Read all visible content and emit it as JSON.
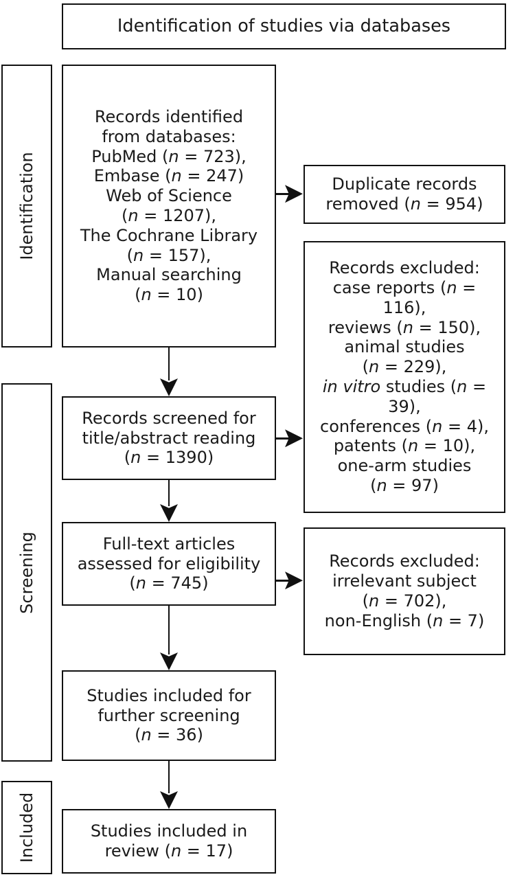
{
  "header": {
    "title": "Identification of studies via databases"
  },
  "stages": [
    {
      "key": "identification",
      "label": "Identification"
    },
    {
      "key": "screening",
      "label": "Screening"
    },
    {
      "key": "included",
      "label": "Included"
    }
  ],
  "flow": {
    "identified": {
      "text": "Records identified\nfrom databases:\nPubMed (n = 723),\nEmbase (n = 247)\nWeb of Science\n(n = 1207),\nThe Cochrane Library\n(n = 157),\nManual searching\n(n = 10)",
      "heading": "Records identified from databases:",
      "sources": [
        {
          "name": "PubMed",
          "n": 723
        },
        {
          "name": "Embase",
          "n": 247
        },
        {
          "name": "Web of Science",
          "n": 1207
        },
        {
          "name": "The Cochrane Library",
          "n": 157
        },
        {
          "name": "Manual searching",
          "n": 10
        }
      ]
    },
    "screened": {
      "text": "Records screened for\ntitle/abstract reading\n(n = 1390)",
      "n": 1390
    },
    "fulltext": {
      "text": "Full-text articles\nassessed for eligibility\n(n = 745)",
      "n": 745
    },
    "further": {
      "text": "Studies included for\nfurther screening\n(n = 36)",
      "n": 36
    },
    "review": {
      "text": "Studies included in\nreview (n = 17)",
      "n": 17
    }
  },
  "exclusions": {
    "duplicates": {
      "text": "Duplicate records\nremoved (n = 954)",
      "n": 954
    },
    "screening_excluded": {
      "text": "Records excluded:\ncase reports (n = 116),\nreviews (n = 150),\nanimal studies\n(n = 229),\nin vitro studies (n = 39),\nconferences (n = 4),\npatents (n = 10),\none-arm studies\n(n = 97)",
      "heading": "Records excluded:",
      "reasons": [
        {
          "name": "case reports",
          "n": 116
        },
        {
          "name": "reviews",
          "n": 150
        },
        {
          "name": "animal studies",
          "n": 229
        },
        {
          "name": "in vitro studies",
          "n": 39
        },
        {
          "name": "conferences",
          "n": 4
        },
        {
          "name": "patents",
          "n": 10
        },
        {
          "name": "one-arm studies",
          "n": 97
        }
      ]
    },
    "eligibility_excluded": {
      "text": "Records excluded:\nirrelevant subject\n(n = 702),\nnon-English (n = 7)",
      "heading": "Records excluded:",
      "reasons": [
        {
          "name": "irrelevant subject",
          "n": 702
        },
        {
          "name": "non-English",
          "n": 7
        }
      ]
    }
  },
  "colors": {
    "stroke": "#111111",
    "background": "#ffffff",
    "text": "#1a1a1a"
  }
}
